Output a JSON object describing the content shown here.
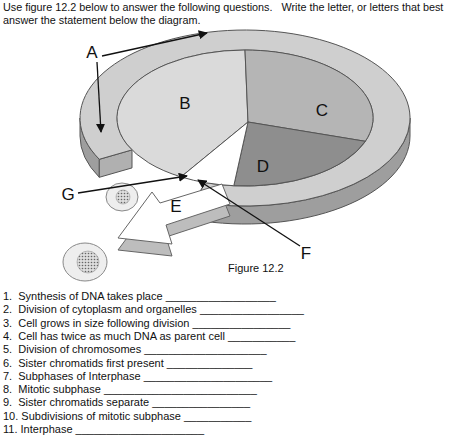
{
  "diagram": {
    "title": "Use figure 12.2 below to answer the following questions.   Write the letter, or letters that best answer the statement below the diagram.",
    "caption": "Figure 12.2",
    "labels": [
      "A",
      "B",
      "C",
      "D",
      "G",
      "E",
      "F",
      "1.  Synthesis of DNA takes place __________________",
      "2.  Division of cytoplasm and organelles _________________",
      "3.  Cell grows in size following division ________________",
      "4.  Cell has twice as much DNA as parent cell ___________",
      "5.  Division of chromosomes ____________________",
      "6.  Sister chromatids first present ______________",
      "7.  Subphases of Interphase _____________________",
      "8.  Mitotic subphase _________________________",
      "9.  Sister chromatids separate ________________",
      "10. Subdivisions of mitotic subphase ___________",
      "11. Interphase _____________________"
    ]
  }
}
